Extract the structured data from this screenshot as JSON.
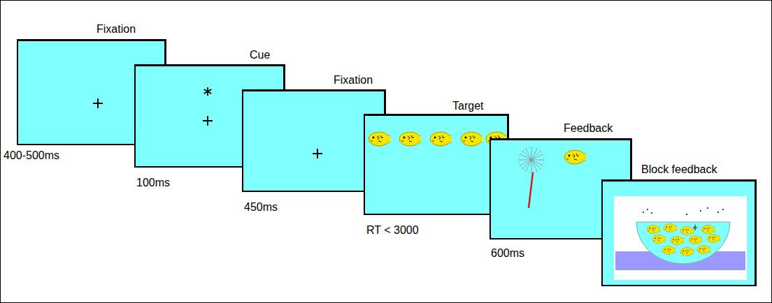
{
  "diagram": {
    "nodes": [
      {
        "text": [
          "Fixation",
          "400-500ms"
        ]
      },
      {
        "text": [
          "Cue",
          "100ms"
        ]
      },
      {
        "text": [
          "Fixation",
          "450ms"
        ]
      },
      {
        "text": [
          "Target",
          "RT < 3000"
        ]
      },
      {
        "text": [
          "Feedback",
          "600ms"
        ]
      },
      {
        "text": [
          "Block feedback"
        ]
      }
    ]
  }
}
